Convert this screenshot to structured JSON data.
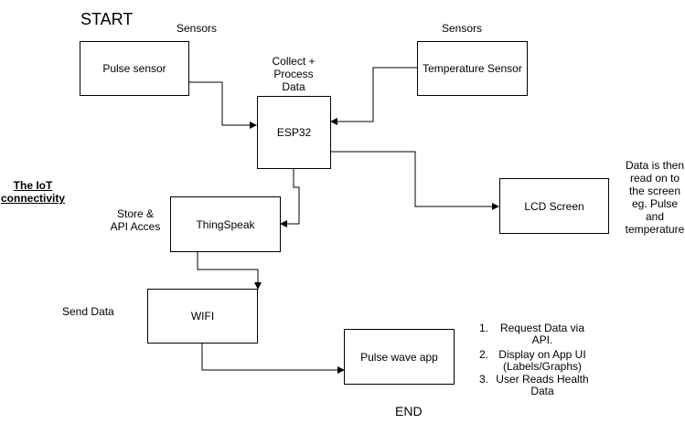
{
  "labels": {
    "start": "START",
    "end": "END",
    "sensors_left": "Sensors",
    "sensors_right": "Sensors",
    "collect": [
      "Collect +",
      "Process",
      "Data"
    ],
    "store": [
      "Store &",
      "API Acces"
    ],
    "send_data": "Send Data",
    "iot": [
      "The IoT",
      "connectivity"
    ],
    "lcd_note": [
      "Data is then",
      "read on to",
      "the screen",
      "eg. Pulse",
      "and",
      "temperature"
    ]
  },
  "nodes": {
    "pulse_sensor": "Pulse sensor",
    "temperature_sensor": "Temperature Sensor",
    "esp32": "ESP32",
    "lcd_screen": "LCD Screen",
    "thingspeak": "ThingSpeak",
    "wifi": "WIFI",
    "pulse_wave_app": "Pulse wave app"
  },
  "steps": [
    {
      "num": "1.",
      "text": "Request Data via API."
    },
    {
      "num": "2.",
      "text": "Display on App UI (Labels/Graphs)"
    },
    {
      "num": "3.",
      "text": "User Reads Health Data"
    }
  ],
  "colors": {
    "line": "#000000",
    "box_border": "#000000",
    "background": "#ffffff"
  }
}
